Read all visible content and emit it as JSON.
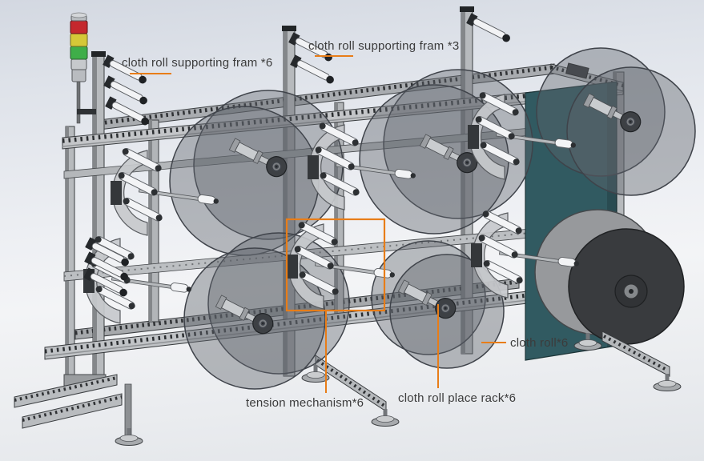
{
  "annotations": {
    "highlight_color": "#e87d18",
    "labels": {
      "supporting_fram_6": "cloth roll supporting fram *6",
      "supporting_fram_3": "cloth roll supporting fram *3",
      "cloth_roll_6": "cloth roll*6",
      "tension_mechanism_6": "tension mechanism*6",
      "cloth_roll_place_rack_6": "cloth roll place rack*6"
    }
  },
  "machine": {
    "signal_tower": {
      "red": "#c4282d",
      "yellow": "#d5c838",
      "green": "#3fae49"
    },
    "panel_color": "#315a61",
    "roll_color": "#60656c",
    "dark_roll_face": "#393b3e",
    "dark_roll_body": "#97999c"
  }
}
